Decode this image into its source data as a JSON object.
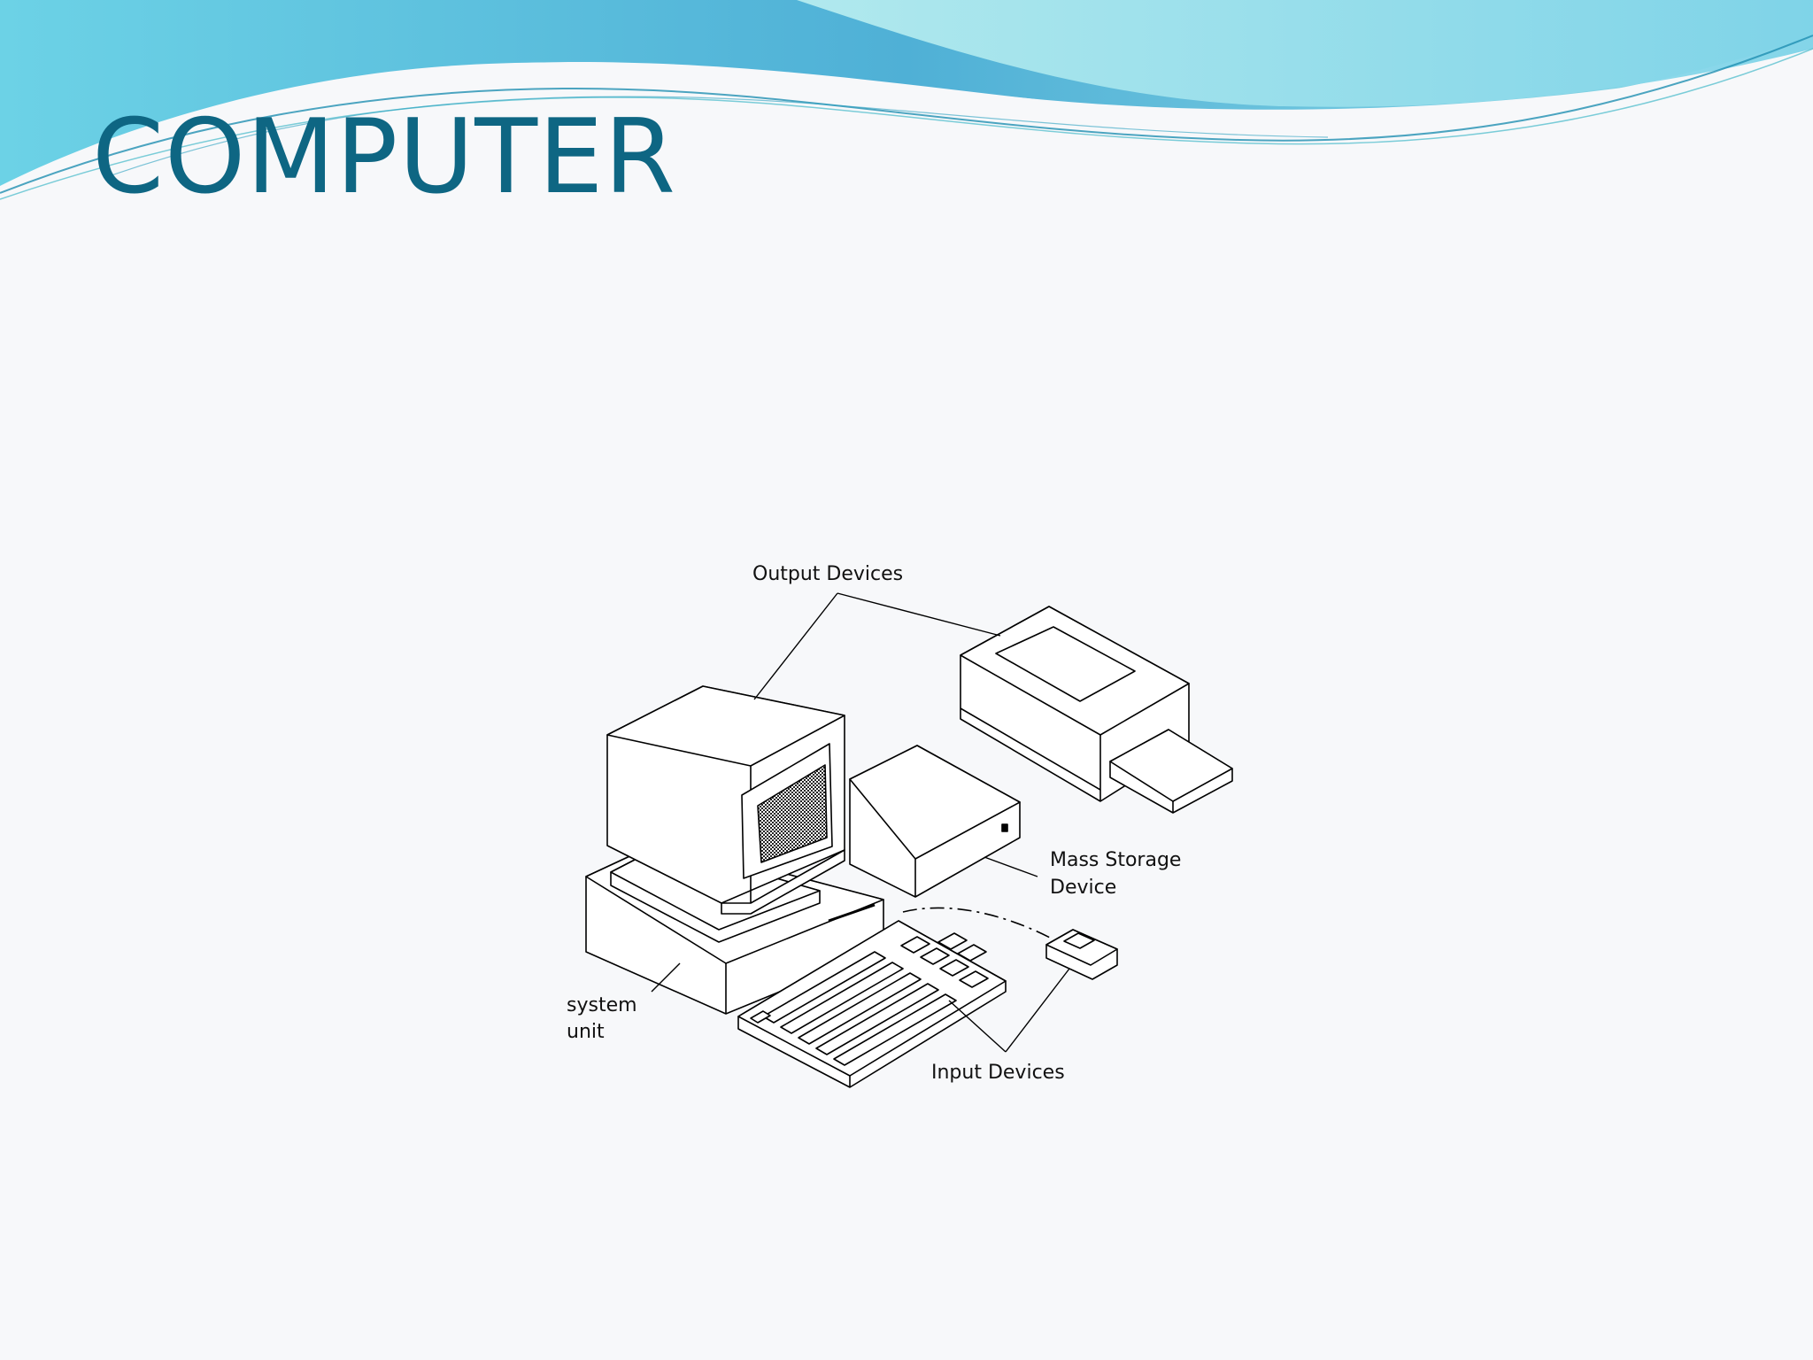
{
  "slide": {
    "title": "COMPUTER"
  },
  "diagram": {
    "labels": {
      "output_devices": "Output Devices",
      "mass_storage_line1": "Mass Storage",
      "mass_storage_line2": "Device",
      "system_unit_line1": "system",
      "system_unit_line2": "unit",
      "input_devices": "Input Devices"
    }
  },
  "theme": {
    "title_color": "#0e6683",
    "banner_dark": "#4fb6d9",
    "banner_light": "#a9e6ec",
    "background": "#f7f8fa"
  }
}
